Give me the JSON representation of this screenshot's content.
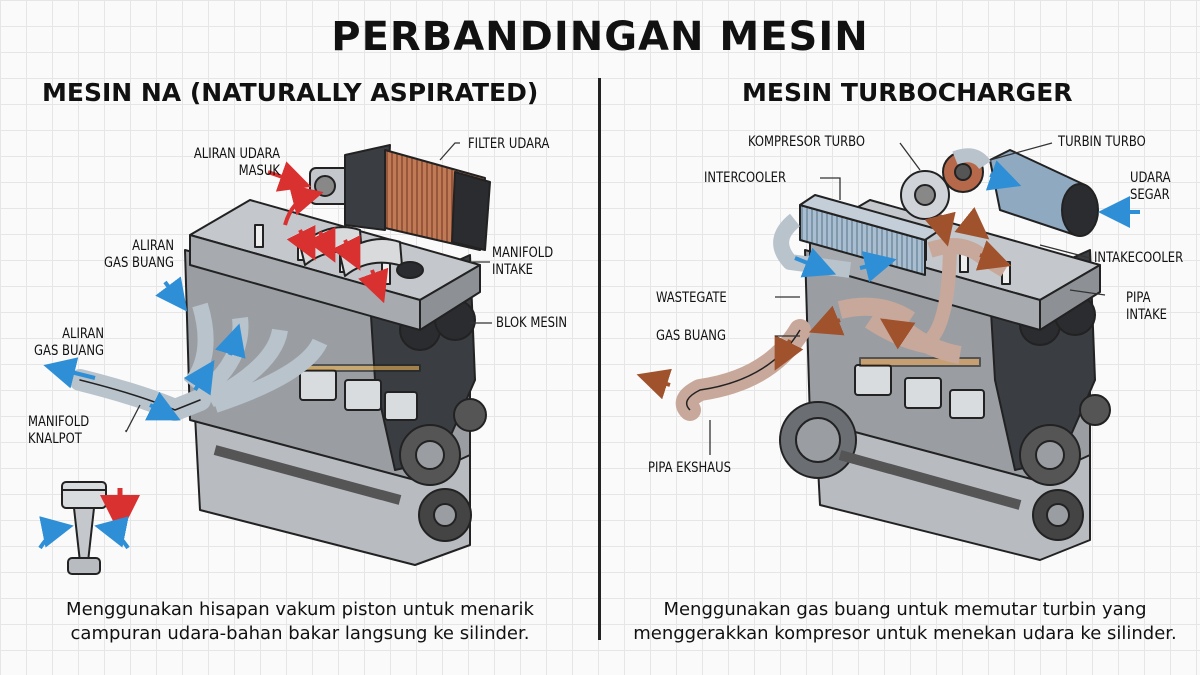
{
  "title": "PERBANDINGAN MESIN",
  "left": {
    "heading": "MESIN NA (NATURALLY ASPIRATED)",
    "labels": {
      "filter_udara": "FILTER UDARA",
      "aliran_udara_masuk": [
        "ALIRAN UDARA",
        "MASUK"
      ],
      "aliran_gas_buang_1": [
        "ALIRAN",
        "GAS BUANG"
      ],
      "manifold_intake": [
        "MANIFOLD",
        "INTAKE"
      ],
      "blok_mesin": "BLOK MESIN",
      "aliran_gas_buang_2": [
        "ALIRAN",
        "GAS BUANG"
      ],
      "manifold_knalpot": [
        "MANIFOLD",
        "KNALPOT"
      ]
    },
    "caption": [
      "Menggunakan hisapan vakum piston untuk menarik",
      "campuran udara-bahan bakar langsung ke silinder."
    ]
  },
  "right": {
    "heading": "MESIN TURBOCHARGER",
    "labels": {
      "kompresor_turbo": "KOMPRESOR TURBO",
      "turbin_turbo": "TURBIN TURBO",
      "intercooler": "INTERCOOLER",
      "udara_segar": [
        "UDARA",
        "SEGAR"
      ],
      "intakecooler": "INTAKECOOLER",
      "wastegate": "WASTEGATE",
      "pipa_intake": [
        "PIPA",
        "INTAKE"
      ],
      "gas_buang": "GAS BUANG",
      "pipa_ekshaus": "PIPA EKSHAUS"
    },
    "caption": [
      "Menggunakan gas buang untuk memutar turbin yang",
      "menggerakkan kompresor untuk menekan udara ke silinder."
    ]
  },
  "colors": {
    "intake_arrow": "#d93030",
    "exhaust_arrow": "#2f8fd6",
    "engine_block": "#9a9ea3",
    "engine_dark": "#3a3d41",
    "filter": "#b5694a",
    "exhaust_pipe": "#b9c3cc",
    "turbo_pipe": "#c8a89a",
    "intercooler": "#8fa9c0"
  }
}
